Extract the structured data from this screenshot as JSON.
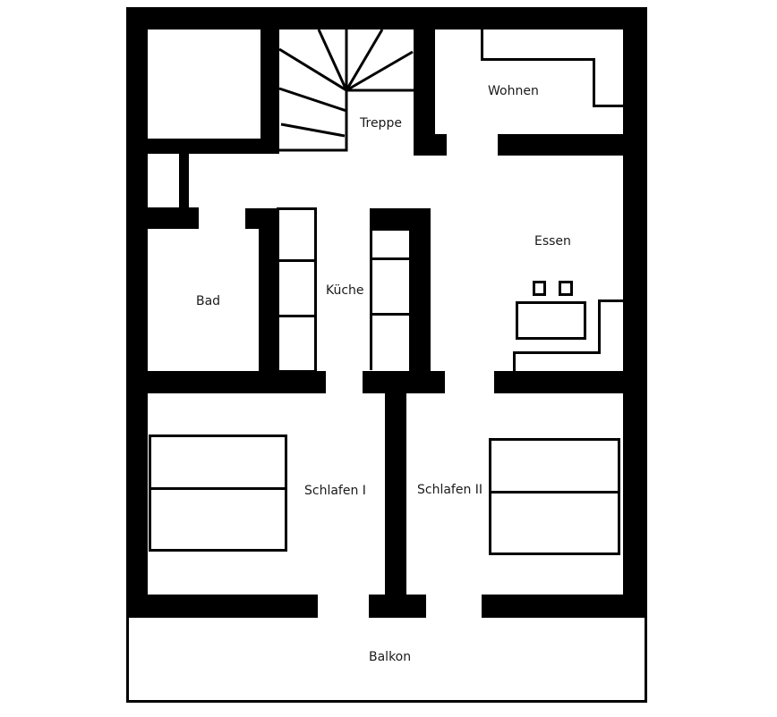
{
  "floorplan": {
    "rooms": [
      {
        "id": "treppe",
        "label": "Treppe"
      },
      {
        "id": "wohnen",
        "label": "Wohnen"
      },
      {
        "id": "essen",
        "label": "Essen"
      },
      {
        "id": "bad",
        "label": "Bad"
      },
      {
        "id": "kueche",
        "label": "Küche"
      },
      {
        "id": "schlafen1",
        "label": "Schlafen I"
      },
      {
        "id": "schlafen2",
        "label": "Schlafen II"
      },
      {
        "id": "balkon",
        "label": "Balkon"
      }
    ],
    "colors": {
      "wall": "#000000",
      "background": "#ffffff",
      "text": "#1a1a1a"
    }
  }
}
